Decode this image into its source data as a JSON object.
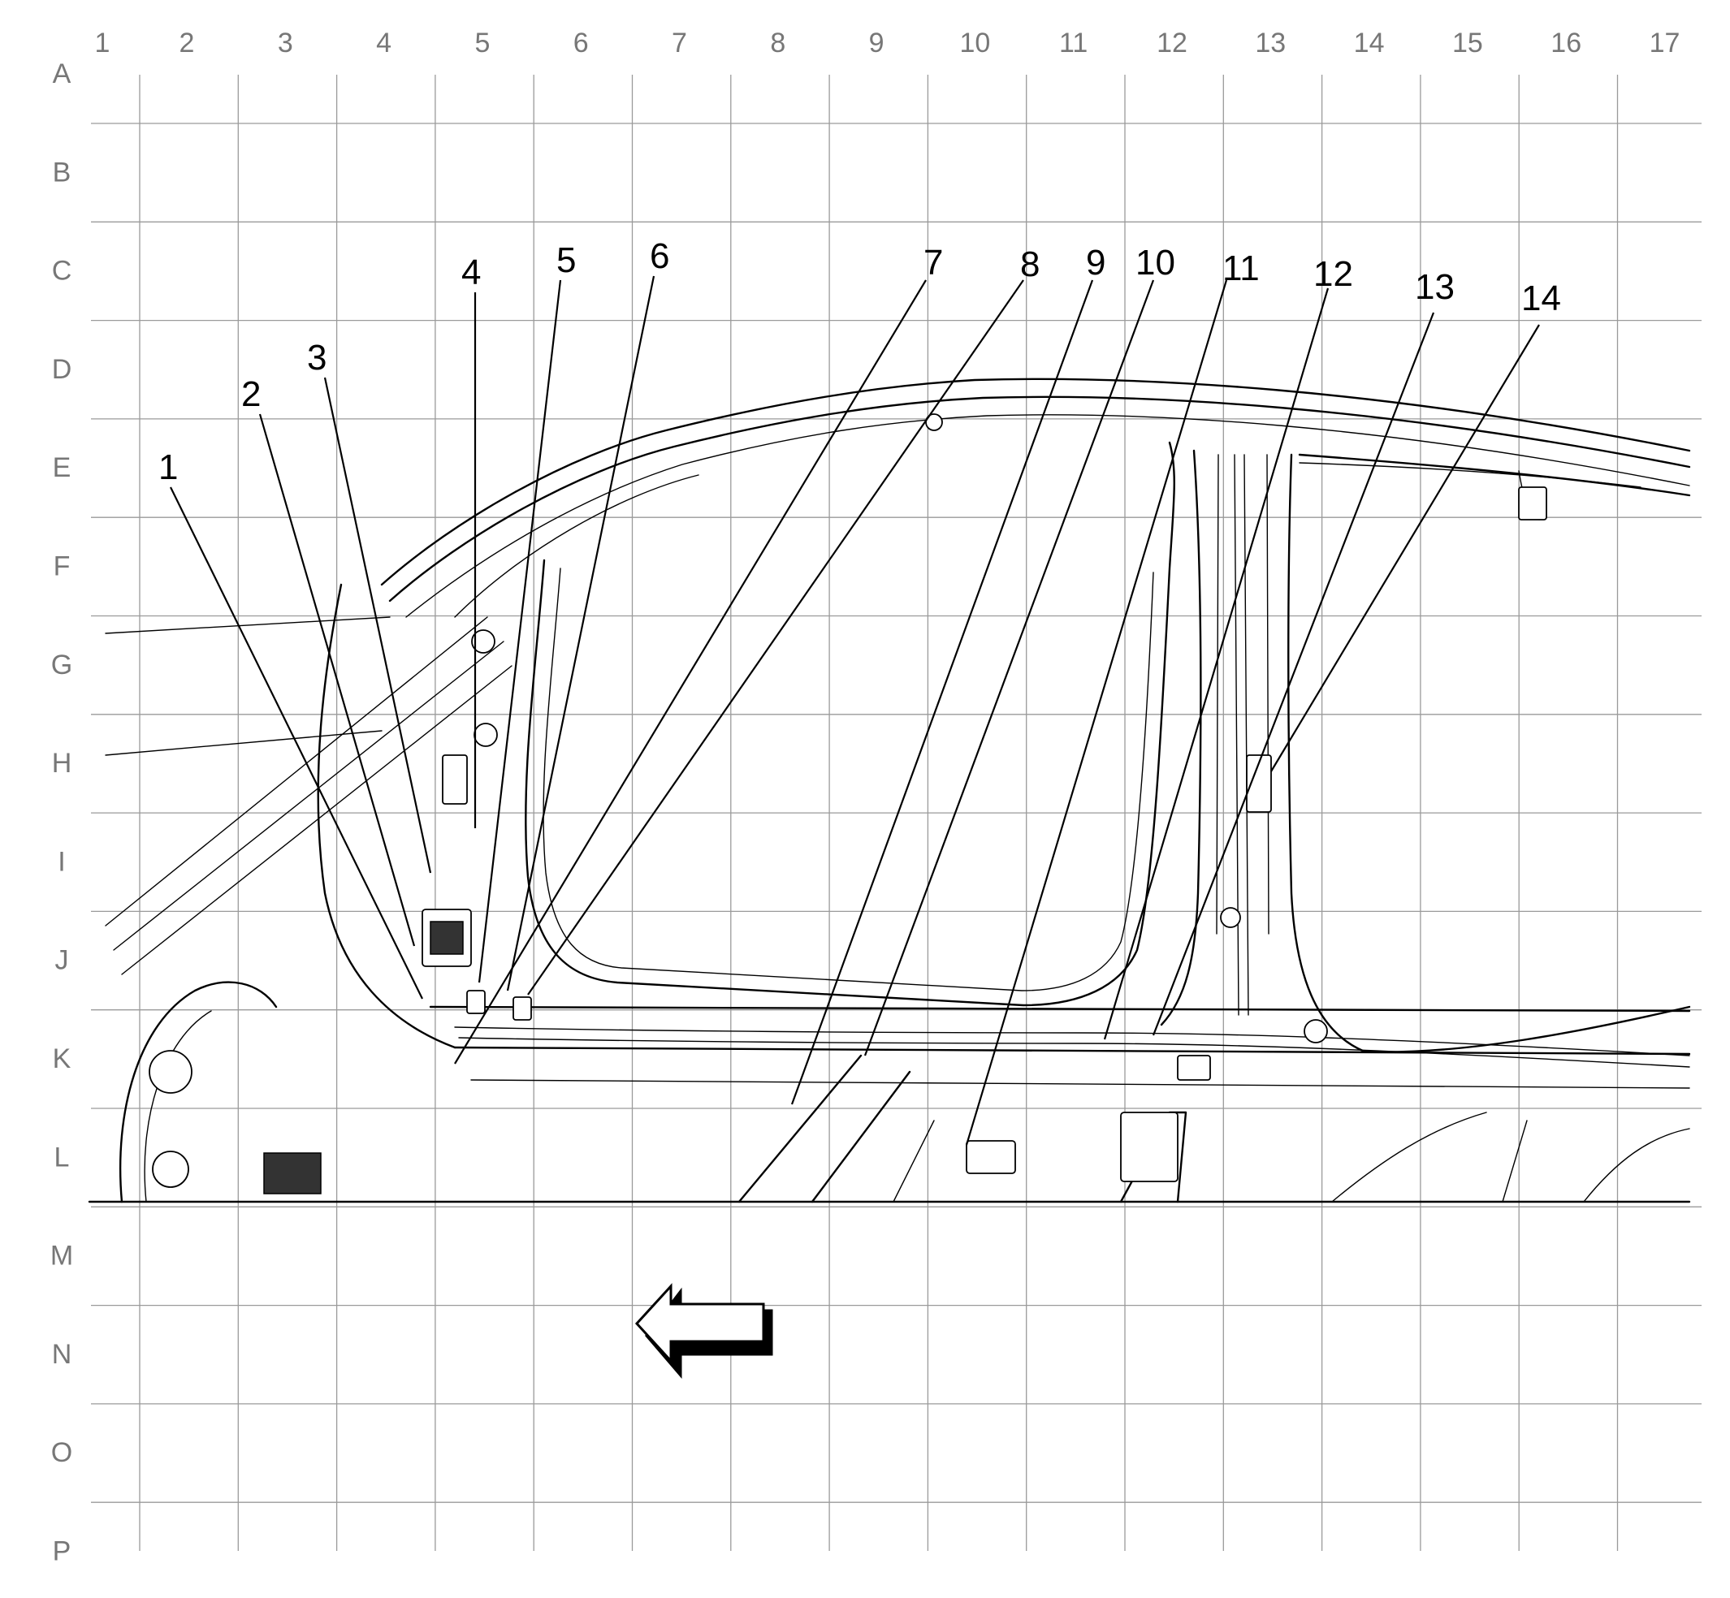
{
  "grid": {
    "columns": [
      "1",
      "2",
      "3",
      "4",
      "5",
      "6",
      "7",
      "8",
      "9",
      "10",
      "11",
      "12",
      "13",
      "14",
      "15",
      "16",
      "17"
    ],
    "rows": [
      "A",
      "B",
      "C",
      "D",
      "E",
      "F",
      "G",
      "H",
      "I",
      "J",
      "K",
      "L",
      "M",
      "N",
      "O",
      "P"
    ]
  },
  "callouts": [
    {
      "label": "1"
    },
    {
      "label": "2"
    },
    {
      "label": "3"
    },
    {
      "label": "4"
    },
    {
      "label": "5"
    },
    {
      "label": "6"
    },
    {
      "label": "7"
    },
    {
      "label": "8"
    },
    {
      "label": "9"
    },
    {
      "label": "10"
    },
    {
      "label": "11"
    },
    {
      "label": "12"
    },
    {
      "label": "13"
    },
    {
      "label": "14"
    }
  ],
  "direction_arrow": {
    "icon": "left-arrow-icon"
  },
  "colors": {
    "grid": "#9a9a9a",
    "labels": "#777777",
    "drawing": "#000000",
    "background": "#ffffff"
  }
}
